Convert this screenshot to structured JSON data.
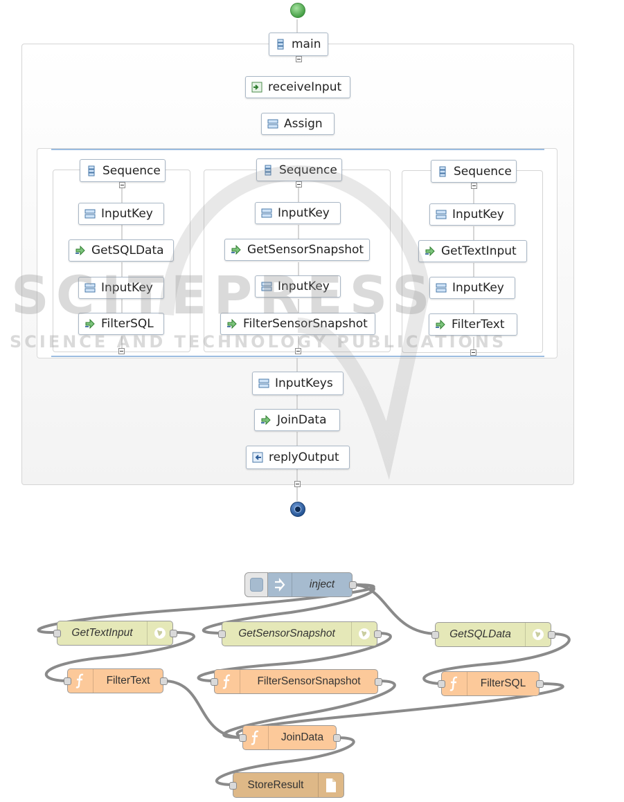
{
  "bpel": {
    "main": "main",
    "receive_input": "receiveInput",
    "assign": "Assign",
    "sequences": [
      {
        "title": "Sequence",
        "nodes": [
          "InputKey",
          "GetSQLData",
          "InputKey",
          "FilterSQL"
        ]
      },
      {
        "title": "Sequence",
        "nodes": [
          "InputKey",
          "GetSensorSnapshot",
          "InputKey",
          "FilterSensorSnapshot"
        ]
      },
      {
        "title": "Sequence",
        "nodes": [
          "InputKey",
          "GetTextInput",
          "InputKey",
          "FilterText"
        ]
      }
    ],
    "input_keys": "InputKeys",
    "join_data": "JoinData",
    "reply_output": "replyOutput"
  },
  "flow": {
    "inject": "inject",
    "get_text_input": "GetTextInput",
    "get_sensor_snapshot": "GetSensorSnapshot",
    "get_sql_data": "GetSQLData",
    "filter_text": "FilterText",
    "filter_sensor_snapshot": "FilterSensorSnapshot",
    "filter_sql": "FilterSQL",
    "join_data": "JoinData",
    "store_result": "StoreResult"
  },
  "watermark": {
    "big": "SCITEPRESS",
    "small": "SCIENCE AND TECHNOLOGY PUBLICATIONS"
  },
  "colors": {
    "http_node": "#e5e8b8",
    "function_node": "#fcc99a",
    "inject_node": "#a6bbcf",
    "file_node": "#deb887",
    "wire": "#8a8a8a",
    "start_event": "#5cb85c",
    "end_event": "#1f4f8f"
  }
}
